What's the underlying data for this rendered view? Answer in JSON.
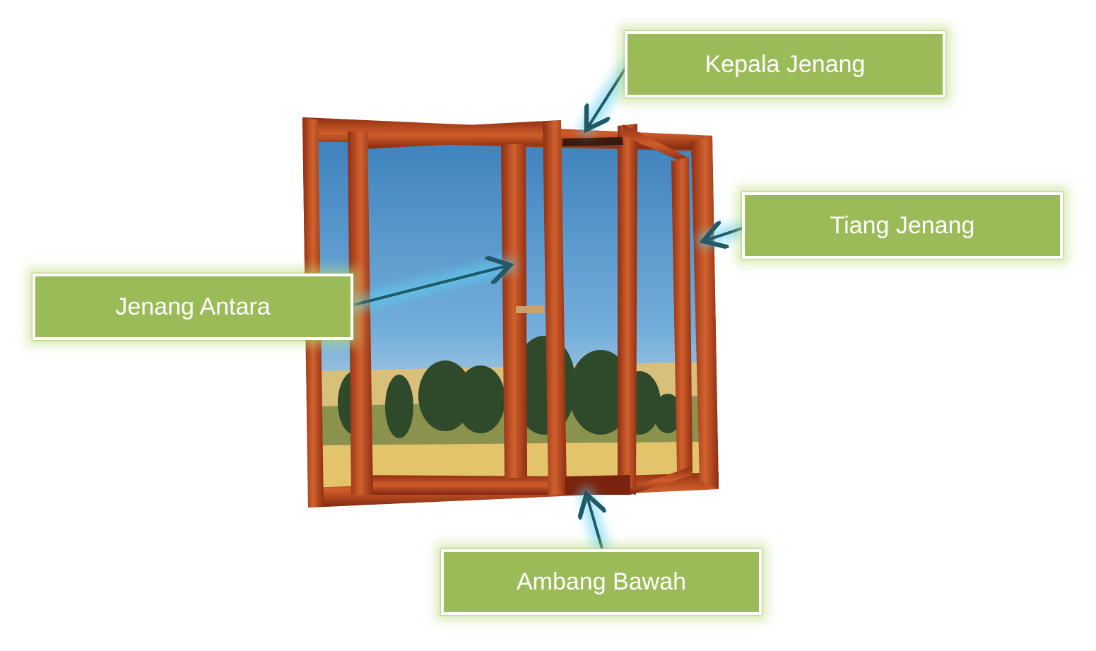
{
  "labels": {
    "head": "Kepala Jenang",
    "jamb": "Tiang Jenang",
    "mullion": "Jenang Antara",
    "sill": "Ambang Bawah"
  },
  "colors": {
    "label_fill": "#9bbb59",
    "label_border": "#ffffff",
    "arrow": "#215968",
    "arrow_glow": "#5fd3f0",
    "frame_wood": "#b8461e",
    "sky": "#4f8fc4"
  }
}
